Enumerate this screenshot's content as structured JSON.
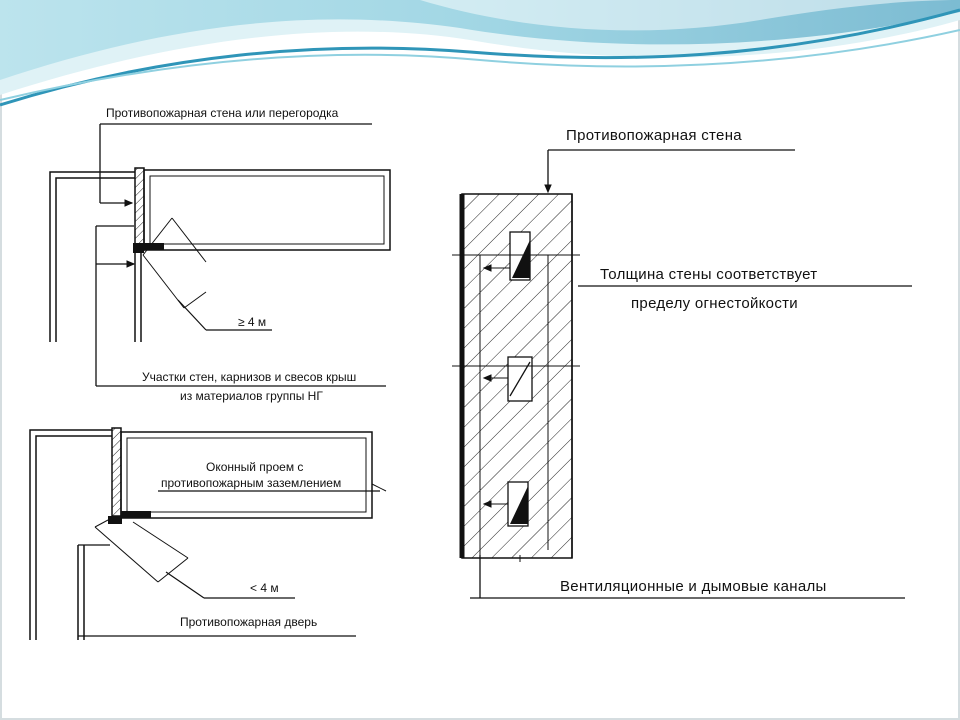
{
  "slide": {
    "colors": {
      "wave_light": "#bfe6ee",
      "wave_mid": "#7fcbdc",
      "wave_dark": "#2f95b8",
      "ink": "#111111",
      "frame": "#cfd8dc"
    }
  },
  "diagram_top_left": {
    "wall_label": "Противопожарная стена или перегородка",
    "distance_label": "≥ 4 м",
    "sections_label_line1": "Участки стен, карнизов и свесов крыш",
    "sections_label_line2": "из материалов группы НГ"
  },
  "diagram_bottom_left": {
    "window_label_line1": "Оконный проем с",
    "window_label_line2": "противопожарным заземлением",
    "distance_label": "< 4 м",
    "door_label": "Противопожарная дверь"
  },
  "diagram_right": {
    "wall_label": "Противопожарная стена",
    "thickness_label_line1": "Толщина стены соответствует",
    "thickness_label_line2": "пределу огнестойкости",
    "channels_label": "Вентиляционные и дымовые каналы"
  }
}
